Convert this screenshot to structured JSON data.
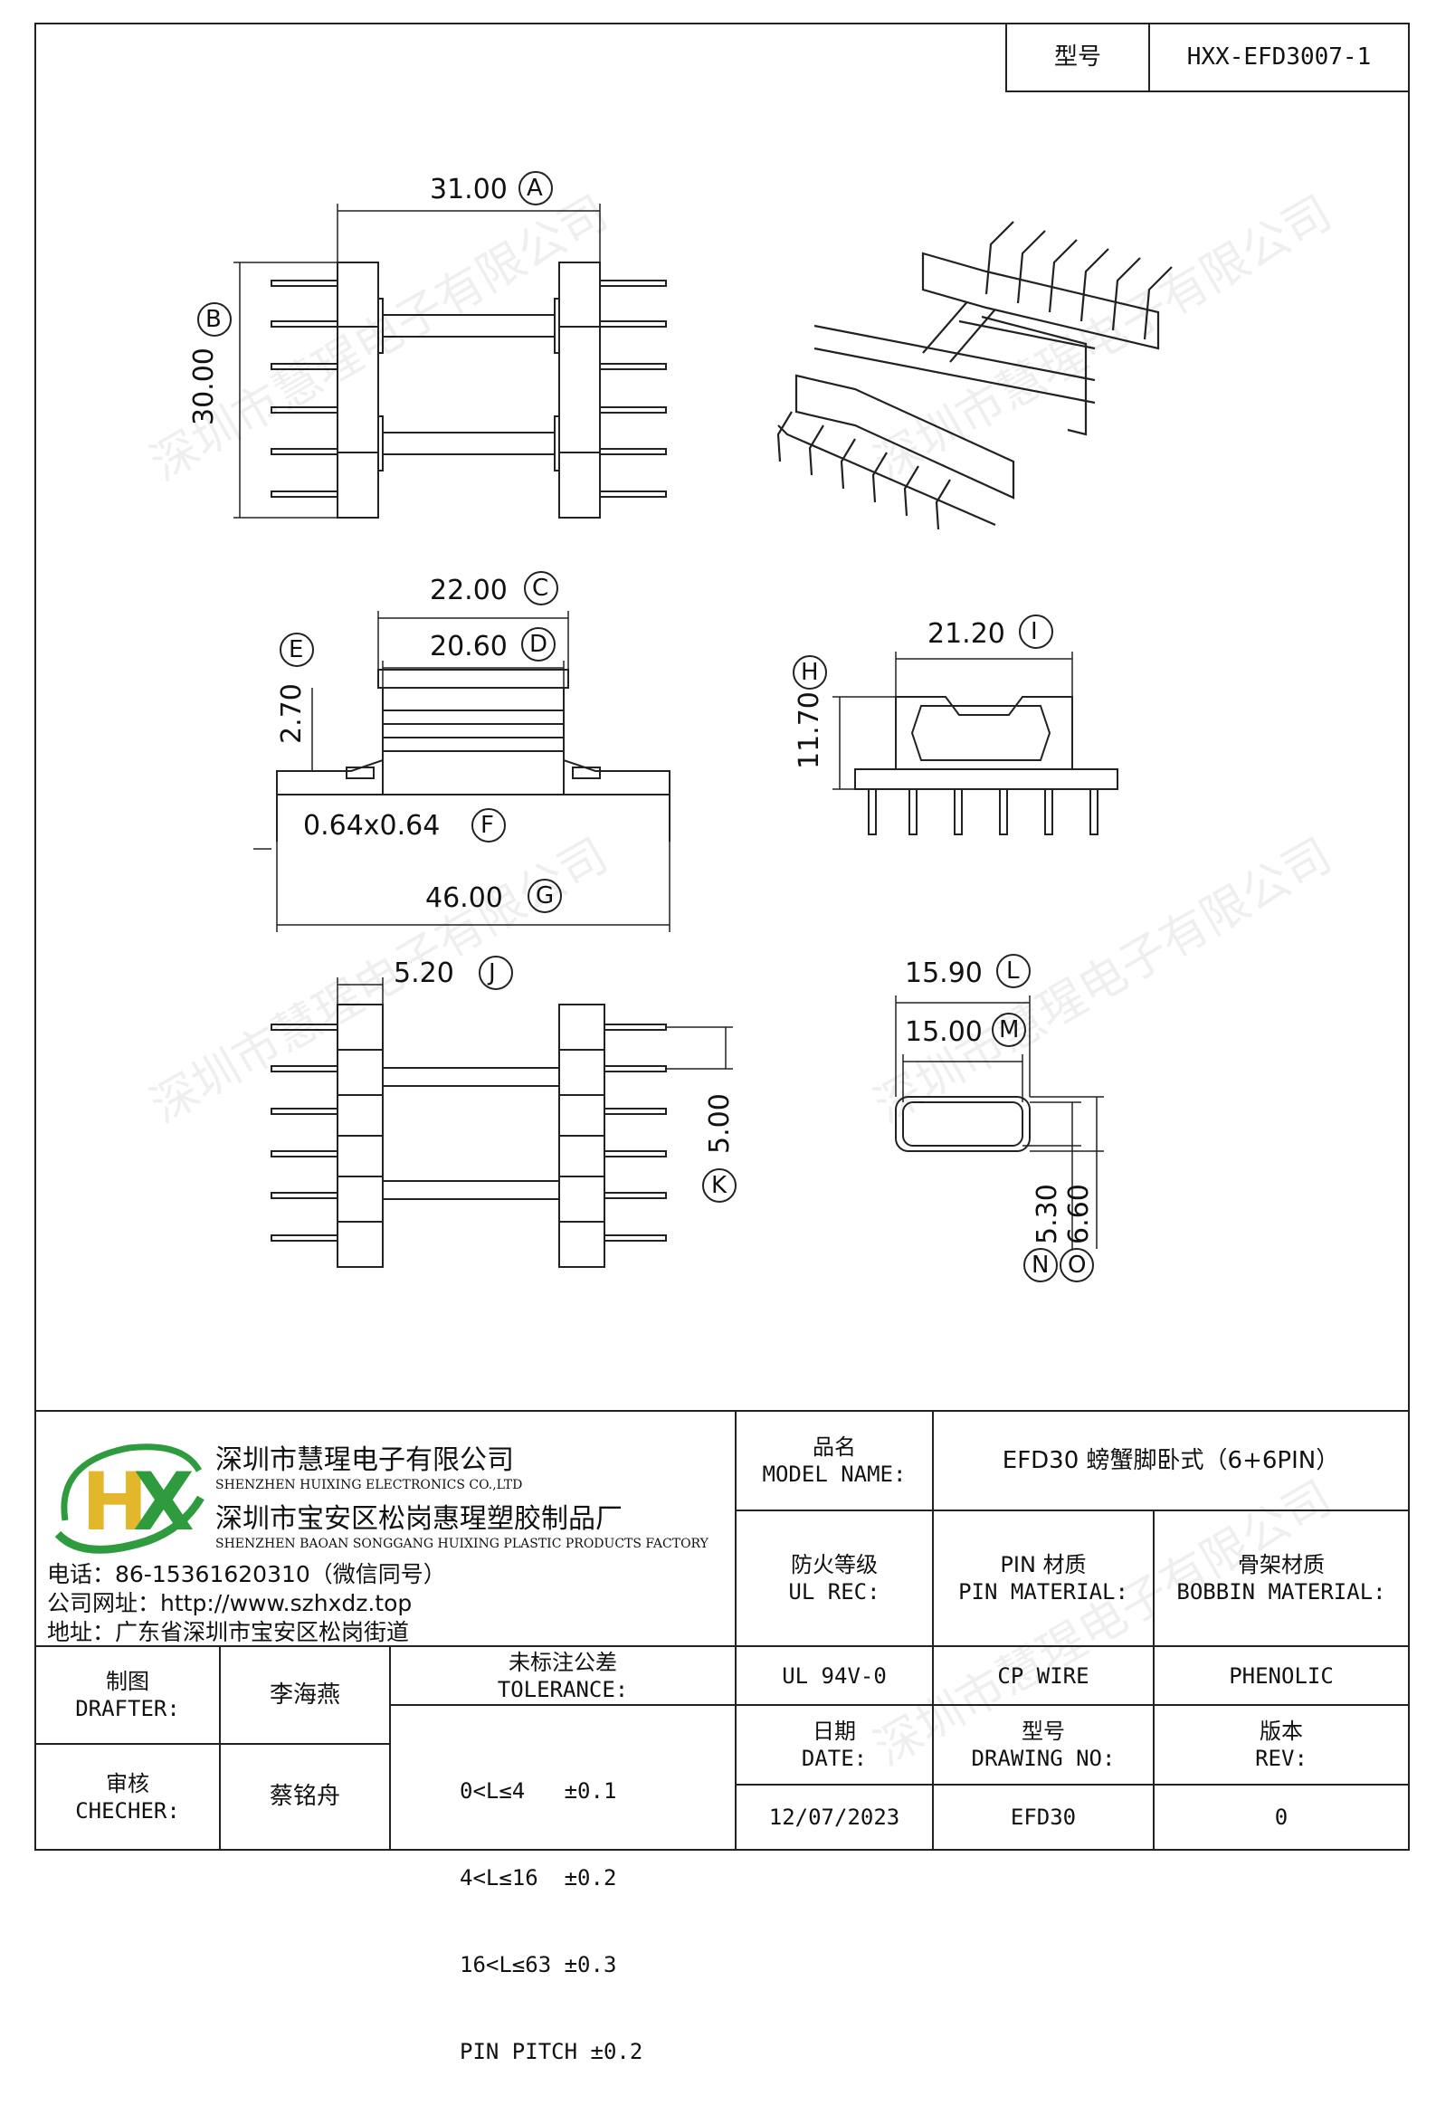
{
  "model_header": {
    "label": "型号",
    "value": "HXX-EFD3007-1"
  },
  "dimensions": {
    "A": "31.00",
    "B": "30.00",
    "C": "22.00",
    "D": "20.60",
    "E": "2.70",
    "F": "0.64x0.64",
    "G": "46.00",
    "H": "11.70",
    "I": "21.20",
    "J": "5.20",
    "K": "5.00",
    "L": "15.90",
    "M": "15.00",
    "N": "5.30",
    "O": "6.60"
  },
  "letters": {
    "A": "A",
    "B": "B",
    "C": "C",
    "D": "D",
    "E": "E",
    "F": "F",
    "G": "G",
    "H": "H",
    "I": "I",
    "J": "J",
    "K": "K",
    "L": "L",
    "M": "M",
    "N": "N",
    "O": "O"
  },
  "company": {
    "logo_text": "HX",
    "name_cn": "深圳市慧瑆电子有限公司",
    "name_en": "SHENZHEN HUIXING ELECTRONICS CO.,LTD",
    "factory_cn": "深圳市宝安区松岗惠瑆塑胶制品厂",
    "factory_en": "SHENZHEN BAOAN SONGGANG HUIXING PLASTIC PRODUCTS FACTORY",
    "phone": "电话：86-15361620310（微信同号）",
    "website": "公司网址：http://www.szhxdz.top",
    "address": "地址：广东省深圳市宝安区松岗街道"
  },
  "watermark": "深圳市慧瑆电子有限公司",
  "title_block": {
    "model_name_label_cn": "品名",
    "model_name_label_en": "MODEL NAME:",
    "model_name_value": "EFD30 螃蟹脚卧式（6+6PIN）",
    "ul_label_cn": "防火等级",
    "ul_label_en": "UL REC:",
    "pin_label_cn": "PIN 材质",
    "pin_label_en": "PIN MATERIAL:",
    "bobbin_label_cn": "骨架材质",
    "bobbin_label_en": "BOBBIN MATERIAL:",
    "ul_value": "UL 94V-0",
    "pin_value": "CP WIRE",
    "bobbin_value": "PHENOLIC",
    "drafter_cn": "制图",
    "drafter_en": "DRAFTER:",
    "drafter_name": "李海燕",
    "checker_cn": "审核",
    "checker_en": "CHECHER:",
    "checker_name": "蔡铭舟",
    "tolerance_cn": "未标注公差",
    "tolerance_en": "TOLERANCE:",
    "tolerance_rows": [
      "0<L≤4   ±0.1",
      "4<L≤16  ±0.2",
      "16<L≤63 ±0.3",
      "PIN PITCH ±0.2"
    ],
    "date_cn": "日期",
    "date_en": "DATE:",
    "drawing_no_cn": "型号",
    "drawing_no_en": "DRAWING NO:",
    "rev_cn": "版本",
    "rev_en": "REV:",
    "date_value": "12/07/2023",
    "drawing_no_value": "EFD30",
    "rev_value": "0"
  }
}
